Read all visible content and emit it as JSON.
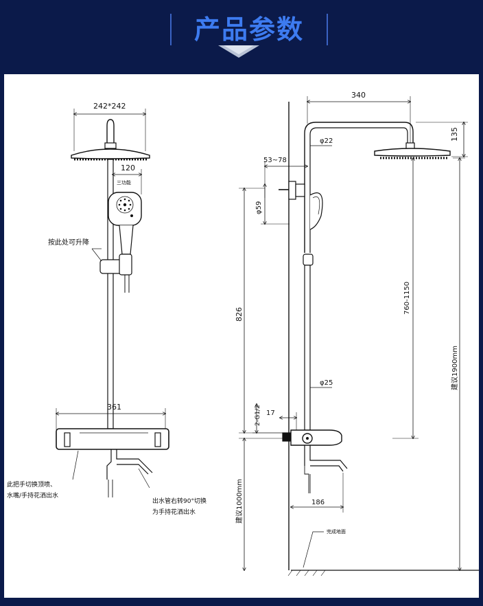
{
  "header": {
    "title": "产品参数"
  },
  "front_view": {
    "head_size": "242*242",
    "handheld_offset": "120",
    "function_label": "三功能",
    "lift_note": "按此处可升降",
    "mixer_width": "361",
    "switch_note_1": "此把手切换顶喷、",
    "switch_note_2": "水嘴/手持花洒出水",
    "spout_note_1": "出水管右转90°切换",
    "spout_note_2": "为手持花洒出水"
  },
  "side_view": {
    "arm_length": "340",
    "head_drop": "135",
    "pipe_top_dia": "φ22",
    "wall_gap": "53~78",
    "bracket_dia": "φ59",
    "bar_height": "826",
    "adjust_range": "760-1150",
    "pipe_dia": "φ25",
    "thread": "2-G1/2",
    "inlet_depth": "17",
    "total_height": "建议1900mm",
    "mixer_height": "建议1000mm",
    "spout_reach": "186",
    "floor_note": "完成地面"
  }
}
